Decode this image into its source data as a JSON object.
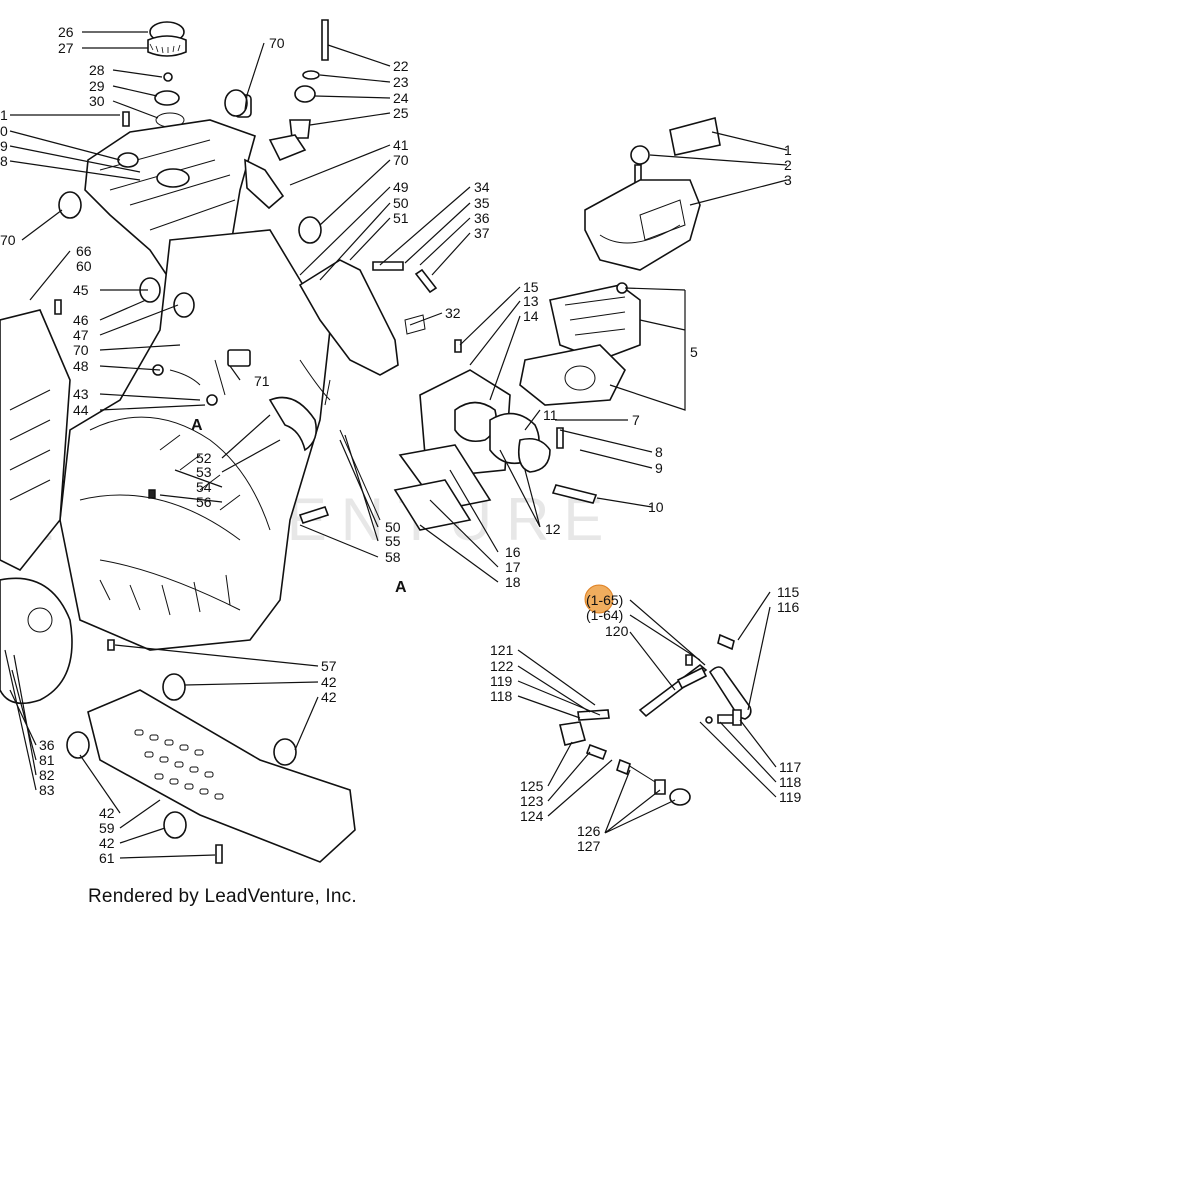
{
  "credit": "Rendered by LeadVenture, Inc.",
  "watermark": "LEADVENTURE",
  "highlight_label": "(1-65)",
  "view_markers": [
    "A",
    "A"
  ],
  "callouts": {
    "c26": "26",
    "c27": "27",
    "c28": "28",
    "c29": "29",
    "c30": "30",
    "c70a": "70",
    "c22": "22",
    "c23": "23",
    "c24": "24",
    "c25": "25",
    "c41": "41",
    "c70b": "70",
    "c49": "49",
    "c50a": "50",
    "c51": "51",
    "c34": "34",
    "c35": "35",
    "c36": "36",
    "c37": "37",
    "c1": "1",
    "c2": "2",
    "c3": "3",
    "c1L": "1",
    "c0L": "0",
    "c9L": "9",
    "c8L": "8",
    "c70c": "70",
    "c66": "66",
    "c60": "60",
    "c45": "45",
    "c46": "46",
    "c47": "47",
    "c70d": "70",
    "c48": "48",
    "c71": "71",
    "c43": "43",
    "c44": "44",
    "c52": "52",
    "c53": "53",
    "c54": "54",
    "c56": "56",
    "c15": "15",
    "c13": "13",
    "c14": "14",
    "c32": "32",
    "c5": "5",
    "c11": "11",
    "c7": "7",
    "c8": "8",
    "c9": "9",
    "c10": "10",
    "c12": "12",
    "c50b": "50",
    "c55": "55",
    "c58": "58",
    "c16": "16",
    "c17": "17",
    "c18": "18",
    "c165": "(1-65)",
    "c164": "(1-64)",
    "c120": "120",
    "c115": "115",
    "c116": "116",
    "c121": "121",
    "c122": "122",
    "c119a": "119",
    "c118a": "118",
    "c117": "117",
    "c118b": "118",
    "c119b": "119",
    "c125": "125",
    "c123": "123",
    "c124": "124",
    "c126": "126",
    "c127": "127",
    "c57": "57",
    "c42a": "42",
    "c42b": "42",
    "c36L": "36",
    "c81": "81",
    "c82": "82",
    "c83": "83",
    "c42c": "42",
    "c59": "59",
    "c42d": "42",
    "c61": "61"
  }
}
